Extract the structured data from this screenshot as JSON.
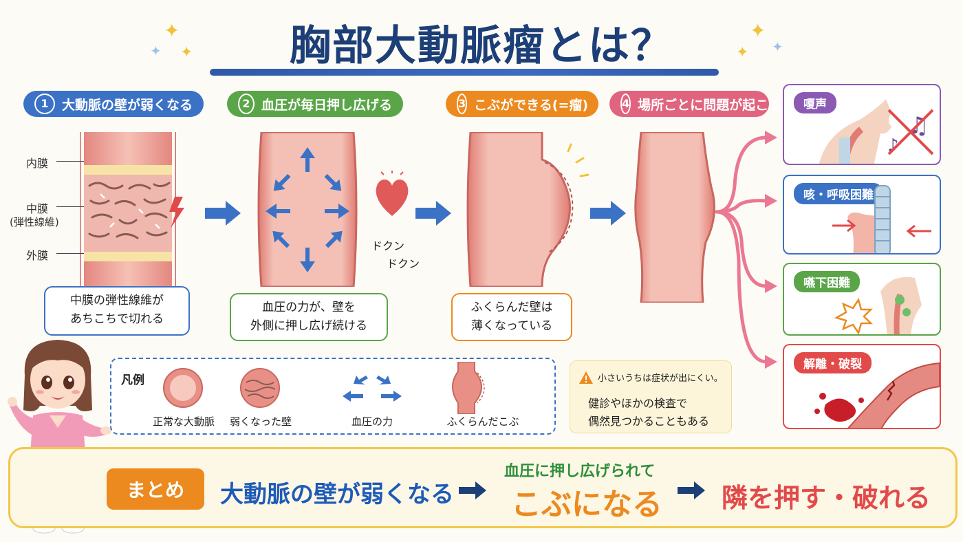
{
  "title": "胸部大動脈瘤とは？",
  "colors": {
    "navy": "#1d3f78",
    "blue": "#3b72c6",
    "green": "#5aa548",
    "orange": "#ec8a1f",
    "pink": "#e0647e",
    "red": "#e24a4a",
    "purple": "#8a5ab5"
  },
  "steps": [
    {
      "num": "1",
      "label": "大動脈の壁が弱くなる"
    },
    {
      "num": "2",
      "label": "血圧が毎日押し広げる"
    },
    {
      "num": "3",
      "label": "こぶができる(=瘤)"
    },
    {
      "num": "4",
      "label": "場所ごとに問題が起こる"
    }
  ],
  "layers": {
    "inner": "内膜",
    "middle": "中膜",
    "middle_sub": "(弾性線維)",
    "outer": "外膜"
  },
  "heartbeat": {
    "line1": "ドクン",
    "line2": "ドクン"
  },
  "callouts": {
    "step1": [
      "中膜の弾性線維が",
      "あちこちで切れる"
    ],
    "step2": [
      "血圧の力が、壁を",
      "外側に押し広げ続ける"
    ],
    "step3": [
      "ふくらんだ壁は",
      "薄くなっている"
    ]
  },
  "problems": [
    {
      "label": "嗄声",
      "icon": "voice-mute-icon"
    },
    {
      "label": "咳・呼吸困難",
      "icon": "trachea-compression-icon"
    },
    {
      "label": "嚥下困難",
      "icon": "swallow-icon"
    },
    {
      "label": "解離・破裂",
      "icon": "rupture-icon"
    }
  ],
  "legend": {
    "title": "凡例",
    "items": [
      "正常な大動脈",
      "弱くなった壁",
      "血圧の力",
      "ふくらんだこぶ"
    ]
  },
  "note": {
    "warning": "小さいうちは症状が出にくい。",
    "line1": "健診やほかの検査で",
    "line2": "偶然見つかることもある"
  },
  "summary": {
    "tag": "まとめ",
    "part1": "大動脈の壁が弱くなる",
    "part2_small": "血圧に押し広げられて",
    "part2": "こぶになる",
    "part3": "隣を押す・破れる"
  }
}
